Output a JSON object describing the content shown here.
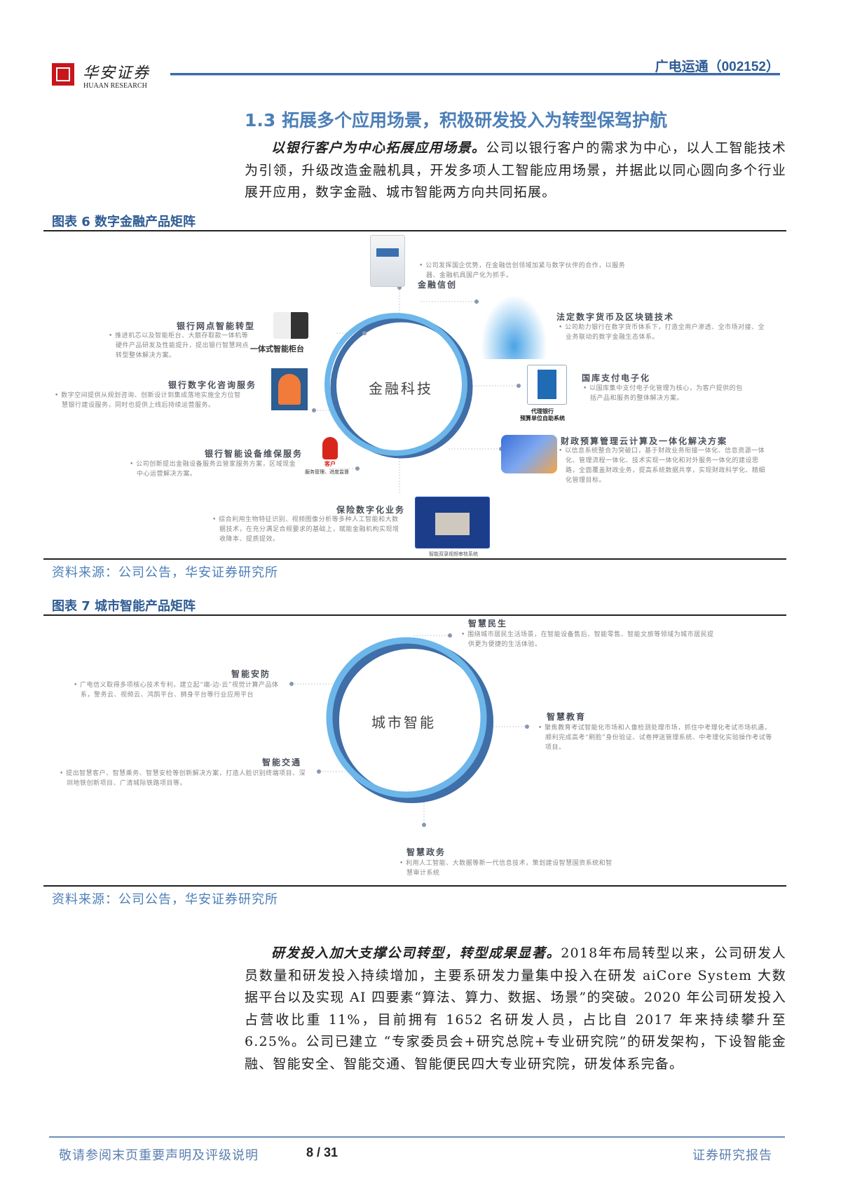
{
  "header": {
    "logo_cn": "华安证券",
    "logo_en": "HUAAN RESEARCH",
    "report_title": "广电运通（002152）"
  },
  "section": {
    "title": "1.3 拓展多个应用场景，积极研发投入为转型保驾护航",
    "para1_bold": "以银行客户为中心拓展应用场景。",
    "para1_text": "公司以银行客户的需求为中心，以人工智能技术为引领，升级改造金融机具，开发多项人工智能应用场景，并据此以同心圆向多个行业展开应用，数字金融、城市智能两方向共同拓展。",
    "para2_bold": "研发投入加大支撑公司转型，转型成果显著。",
    "para2_text": "2018年布局转型以来，公司研发人员数量和研发投入持续增加，主要系研发力量集中投入在研发 aiCore System 大数据平台以及实现 AI 四要素“算法、算力、数据、场景”的突破。2020 年公司研发投入占营收比重 11%，目前拥有 1652 名研发人员，占比自 2017 年来持续攀升至 6.25%。公司已建立 “专家委员会+研究总院+专业研究院”的研发架构，下设智能金融、智能安全、智能交通、智能便民四大专业研究院，研发体系完备。"
  },
  "figure6": {
    "title": "图表 6 数字金融产品矩阵",
    "center": "金融科技",
    "items": [
      {
        "title": "金融信创",
        "desc": "公司发挥国企优势，在金融信创领域加紧与数字伙伴的合作，以服务器、金融机具国产化为抓手。"
      },
      {
        "title": "法定数字货币及区块链技术",
        "desc": "公司助力银行在数字货币体系下，打造全用户渗透、全市场对接、全业务联动的数字金融生态体系。"
      },
      {
        "title": "国库支付电子化",
        "desc": "以国库集中支付电子化管理为核心，为客户提供的包括产品和服务的整体解决方案。",
        "caption": "代理银行\n预算单位自助系统"
      },
      {
        "title": "财政预算管理云计算及一体化解决方案",
        "desc": "以信息系统整合为突破口，基于财政业务衔接一体化、信息资源一体化、管理流程一体化、技术实现一体化和对外服务一体化的建设思路，全面覆盖财政业务，提高系统数据共享，实现财政科学化、精细化管理目标。"
      },
      {
        "title": "保险数字化业务",
        "desc": "综合利用生物特征识别、视频图像分析等多种人工智能和大数据技术，在充分满足合规要求的基础上，赋能金融机构实现增收降本、提质提效。",
        "caption": "智能双录视频审核系统"
      },
      {
        "title": "银行智能设备维保服务",
        "desc": "公司创新提出金融设备服务云管家服务方案，区域现金中心运营解决方案。",
        "caption_1": "客户",
        "caption_2": "服务管理、进度监督"
      },
      {
        "title": "银行数字化咨询服务",
        "desc": "数字空间提供从规划咨询、创新设计到集成落地实施全方位智慧银行建设服务，同时也提供上线后持续运营服务。"
      },
      {
        "title": "银行网点智能转型",
        "desc": "推进机芯以及智能柜台、大额存取款一体机等硬件产品研发及性能提升，提出银行智慧网点转型整体解决方案。",
        "caption": "一体式智能柜台"
      }
    ],
    "source": "资料来源：公司公告，华安证券研究所"
  },
  "figure7": {
    "title": "图表 7 城市智能产品矩阵",
    "center": "城市智能",
    "items": [
      {
        "title": "智慧民生",
        "desc": "围绕城市居民生活场景，在智能设备售后、智能零售、智能文旅等领域为城市居民提供更为便捷的生活体验。"
      },
      {
        "title": "智能安防",
        "desc": "广电信义取得多项核心技术专利，建立起“端-边-云”视觉计算产品体系，警务云、视频云、鸿鹄平台、狮身平台等行业应用平台"
      },
      {
        "title": "智慧教育",
        "desc": "聚焦教育考试智能化市场和人像检测处理市场，抓住中考理化考试市场机遇，顺利完成高考“刷脸”身份验证、试卷押送管理系统、中考理化实验操作考试等项目。"
      },
      {
        "title": "智能交通",
        "desc": "提出智慧客户、智慧乘务、智慧安检等创新解决方案，打造人脸识别终端项目、深圳地铁创新项目、广清城际铁路项目等。"
      },
      {
        "title": "智慧政务",
        "desc": "利用人工智能、大数据等新一代信息技术，策划建设智慧国资系统和智慧审计系统"
      }
    ],
    "source": "资料来源：公司公告，华安证券研究所"
  },
  "footer": {
    "disclaimer": "敬请参阅末页重要声明及评级说明",
    "page": "8 / 31",
    "doc_type": "证券研究报告"
  },
  "colors": {
    "brand_blue": "#2e5b94",
    "ring_dark": "#3f6ea8",
    "ring_light": "#6cb6ea",
    "logo_red": "#c8161d"
  }
}
